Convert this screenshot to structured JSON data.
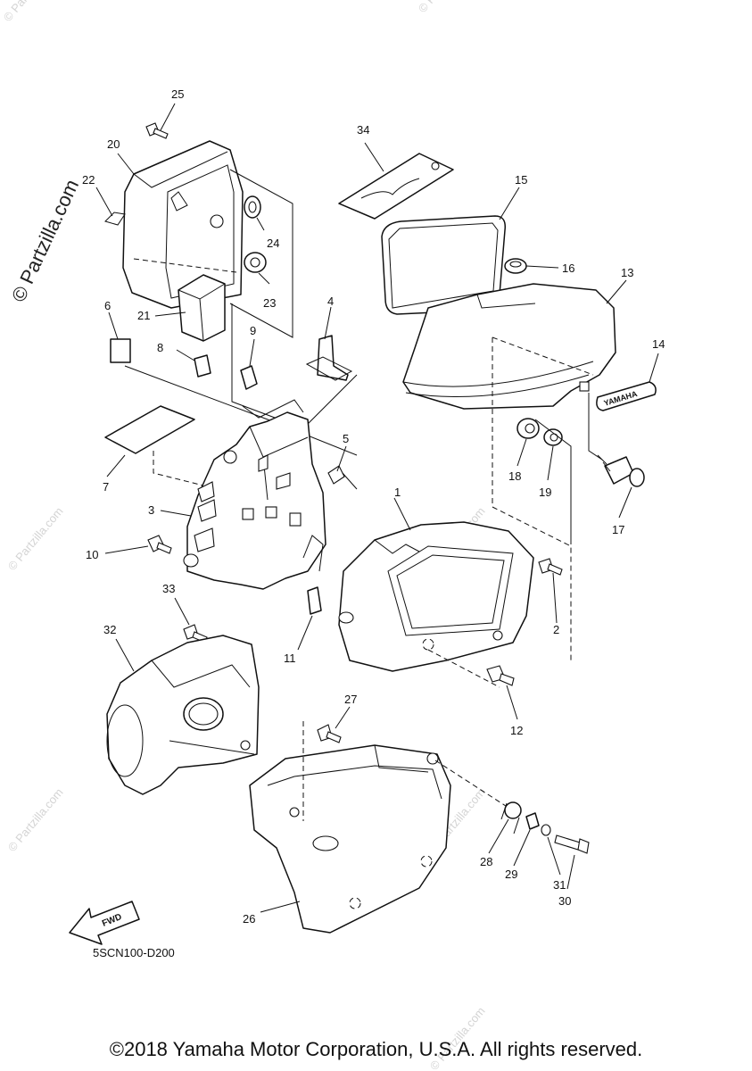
{
  "watermark": {
    "main": "© Partzilla.com",
    "faint": "© Partzilla.com"
  },
  "diagram_code": "5SCN100-D200",
  "fwd_label": "FWD",
  "emblem_text": "YAMAHA",
  "copyright": "©2018 Yamaha Motor Corporation, U.S.A. All rights reserved.",
  "callouts": [
    "1",
    "2",
    "3",
    "4",
    "5",
    "6",
    "7",
    "8",
    "9",
    "10",
    "11",
    "12",
    "13",
    "14",
    "15",
    "16",
    "17",
    "18",
    "19",
    "20",
    "21",
    "22",
    "23",
    "24",
    "25",
    "26",
    "27",
    "28",
    "29",
    "30",
    "31",
    "32",
    "33",
    "34"
  ]
}
